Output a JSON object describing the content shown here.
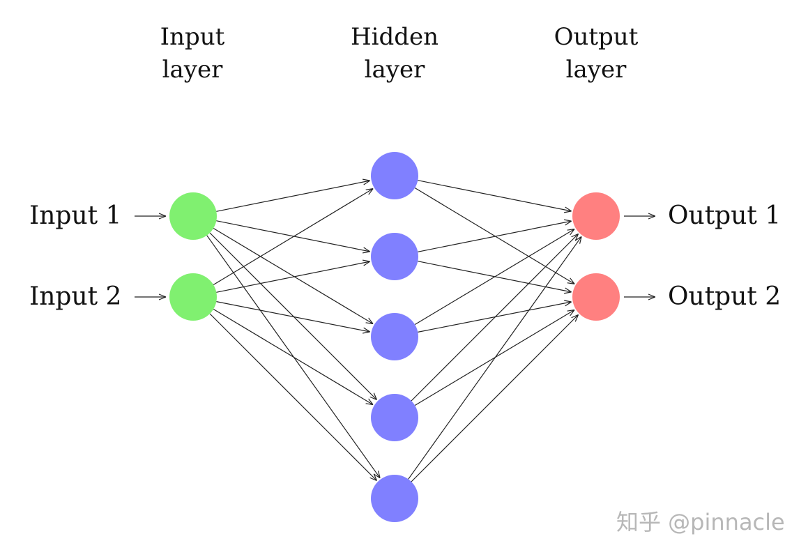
{
  "titles": {
    "input_line1": "Input",
    "input_line2": "layer",
    "hidden_line1": "Hidden",
    "hidden_line2": "layer",
    "output_line1": "Output",
    "output_line2": "layer"
  },
  "labels": {
    "input1": "Input 1",
    "input2": "Input 2",
    "output1": "Output 1",
    "output2": "Output 2"
  },
  "colors": {
    "input_node": "#80f070",
    "hidden_node": "#8080ff",
    "output_node": "#ff8080"
  },
  "network": {
    "input_nodes": 2,
    "hidden_nodes": 5,
    "output_nodes": 2,
    "connection": "fully-connected"
  },
  "watermark": "知乎 @pinnacle"
}
